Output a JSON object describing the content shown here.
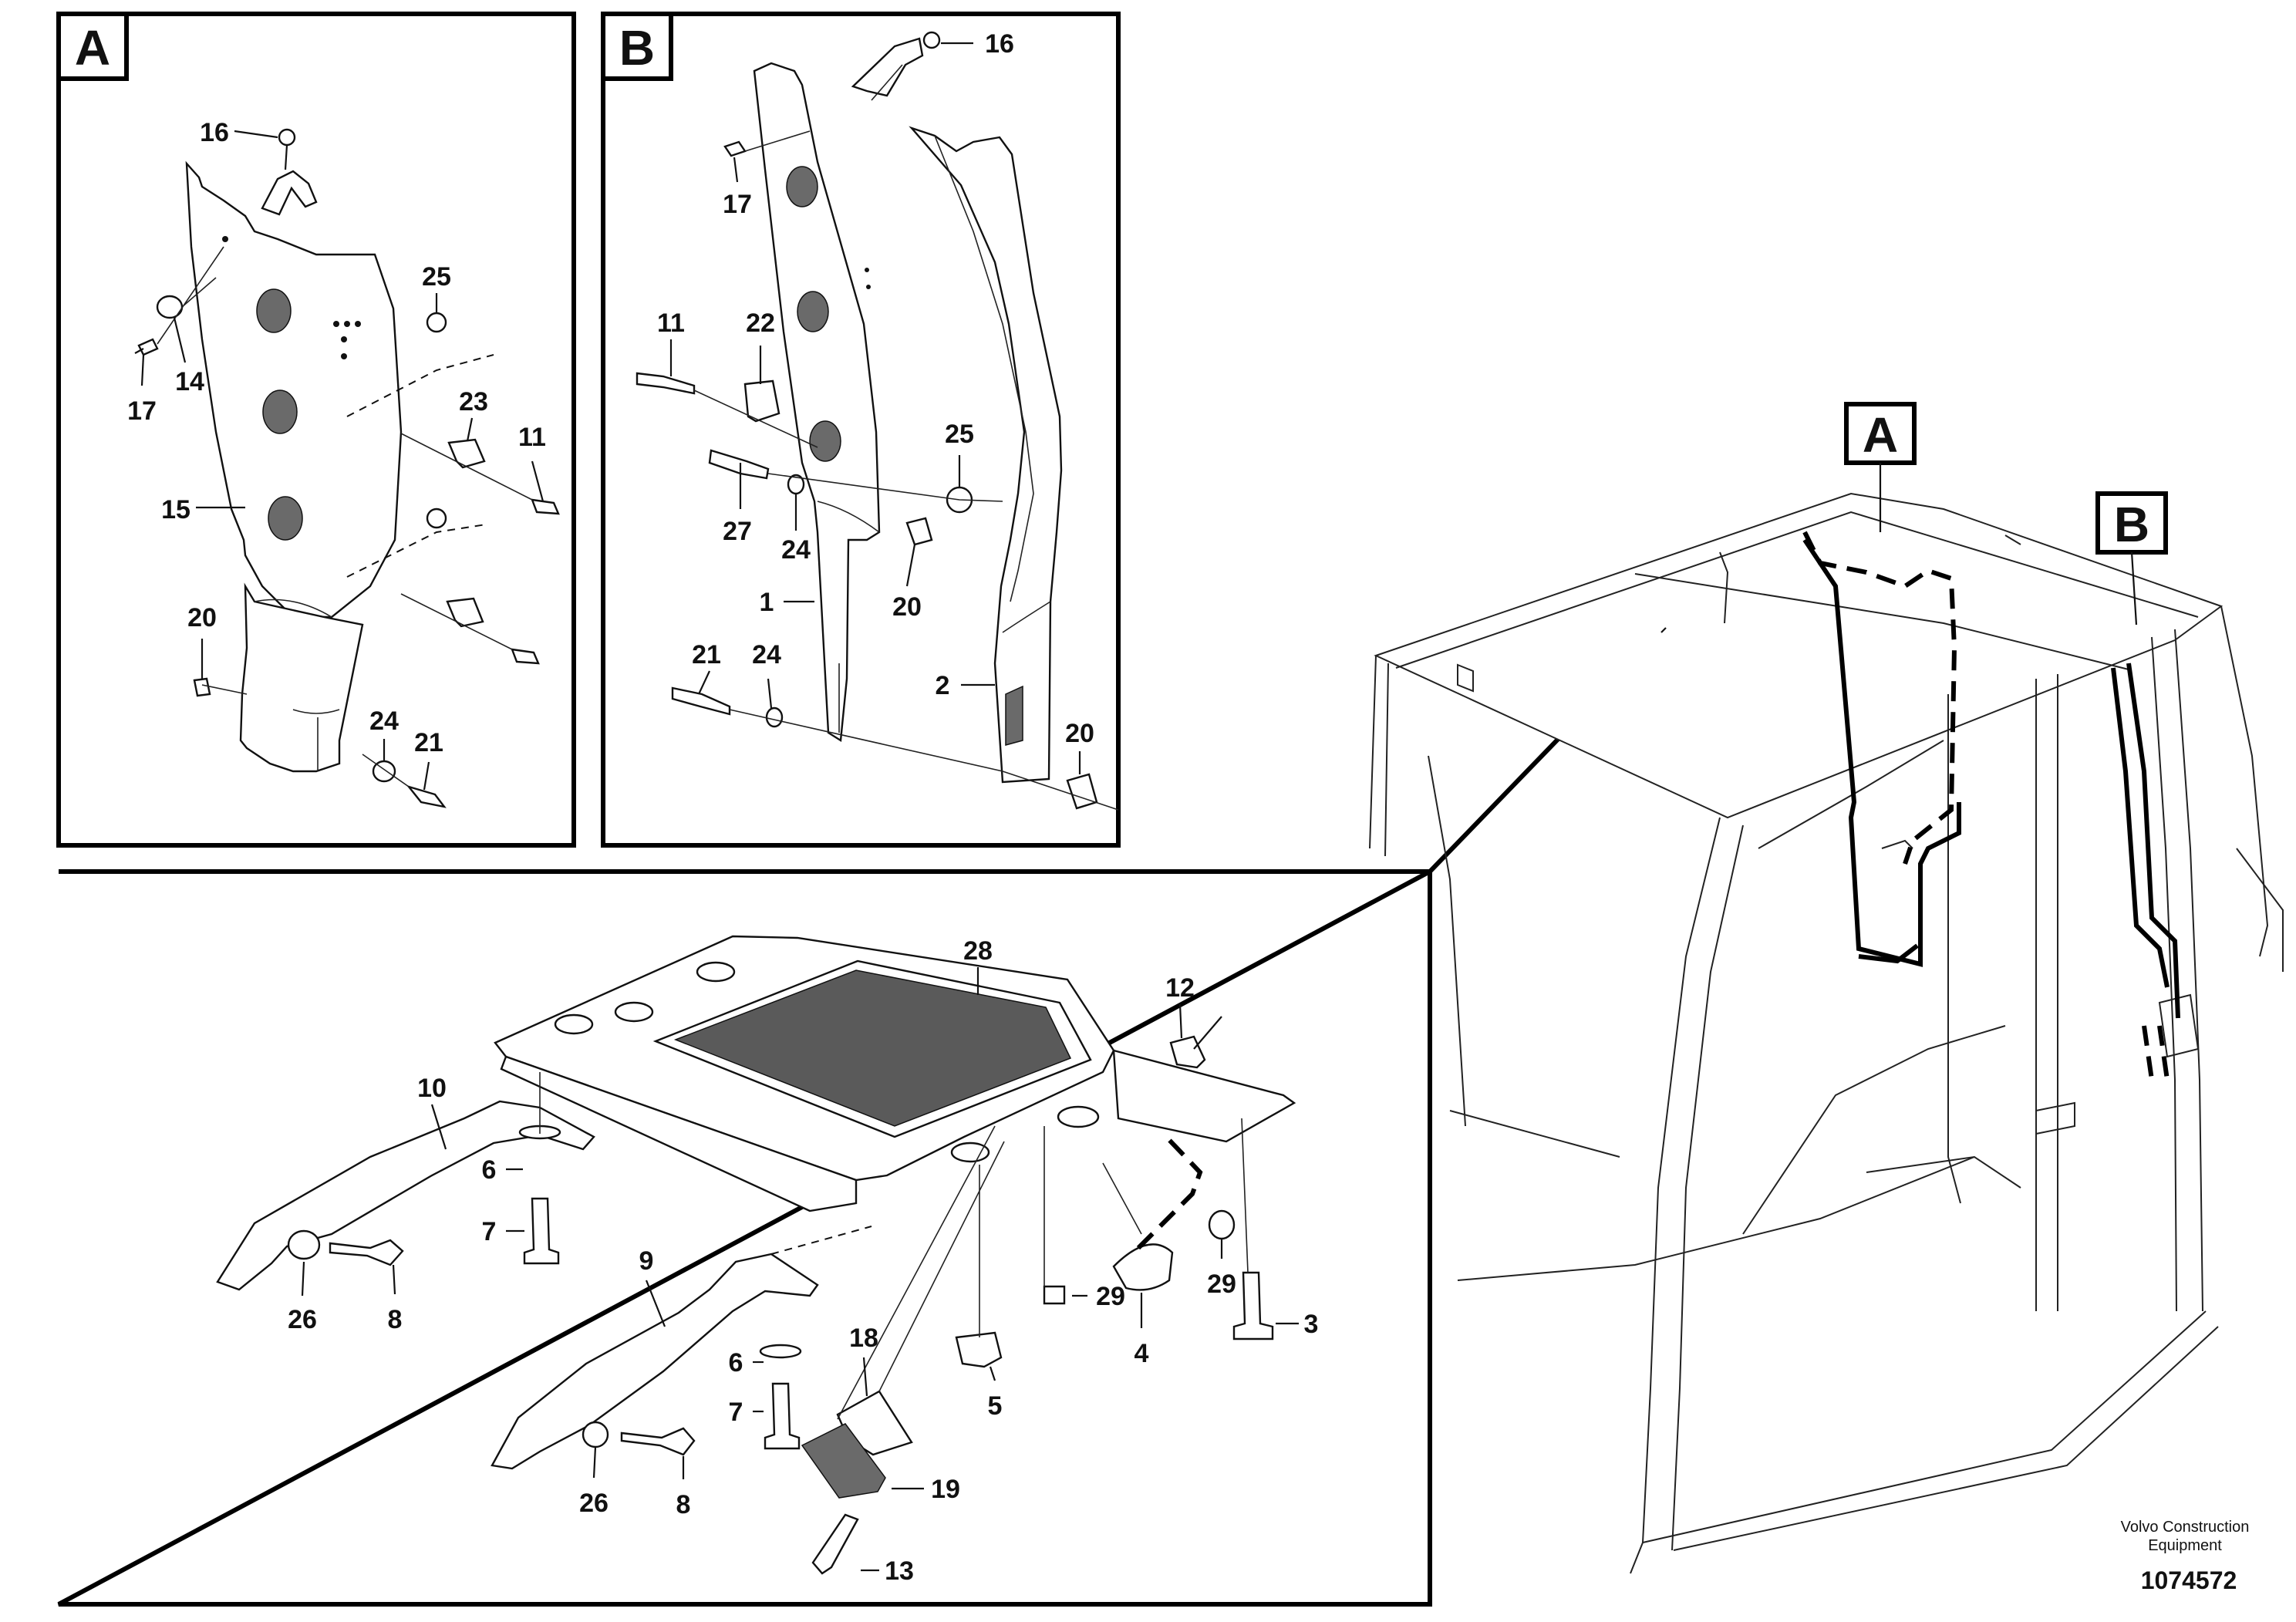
{
  "panels": {
    "a": {
      "tag": "A"
    },
    "b": {
      "tag": "B"
    },
    "overview": {
      "tag_a": "A",
      "tag_b": "B"
    }
  },
  "callouts": {
    "a_16": "16",
    "a_25": "25",
    "a_14": "14",
    "a_17": "17",
    "a_23": "23",
    "a_11": "11",
    "a_15": "15",
    "a_20": "20",
    "a_24": "24",
    "a_21": "21",
    "b_16": "16",
    "b_17": "17",
    "b_11": "11",
    "b_22": "22",
    "b_25": "25",
    "b_27": "27",
    "b_24a": "24",
    "b_1": "1",
    "b_20a": "20",
    "b_21": "21",
    "b_24b": "24",
    "b_2": "2",
    "b_20b": "20",
    "c_28": "28",
    "c_12": "12",
    "c_10": "10",
    "c_6a": "6",
    "c_7a": "7",
    "c_26a": "26",
    "c_8a": "8",
    "c_9": "9",
    "c_6b": "6",
    "c_7b": "7",
    "c_26b": "26",
    "c_8b": "8",
    "c_18": "18",
    "c_19": "19",
    "c_13": "13",
    "c_5": "5",
    "c_29a": "29",
    "c_4": "4",
    "c_29b": "29",
    "c_3": "3"
  },
  "footer": {
    "credit_line1": "Volvo Construction",
    "credit_line2": "Equipment",
    "doc_number": "1074572"
  }
}
